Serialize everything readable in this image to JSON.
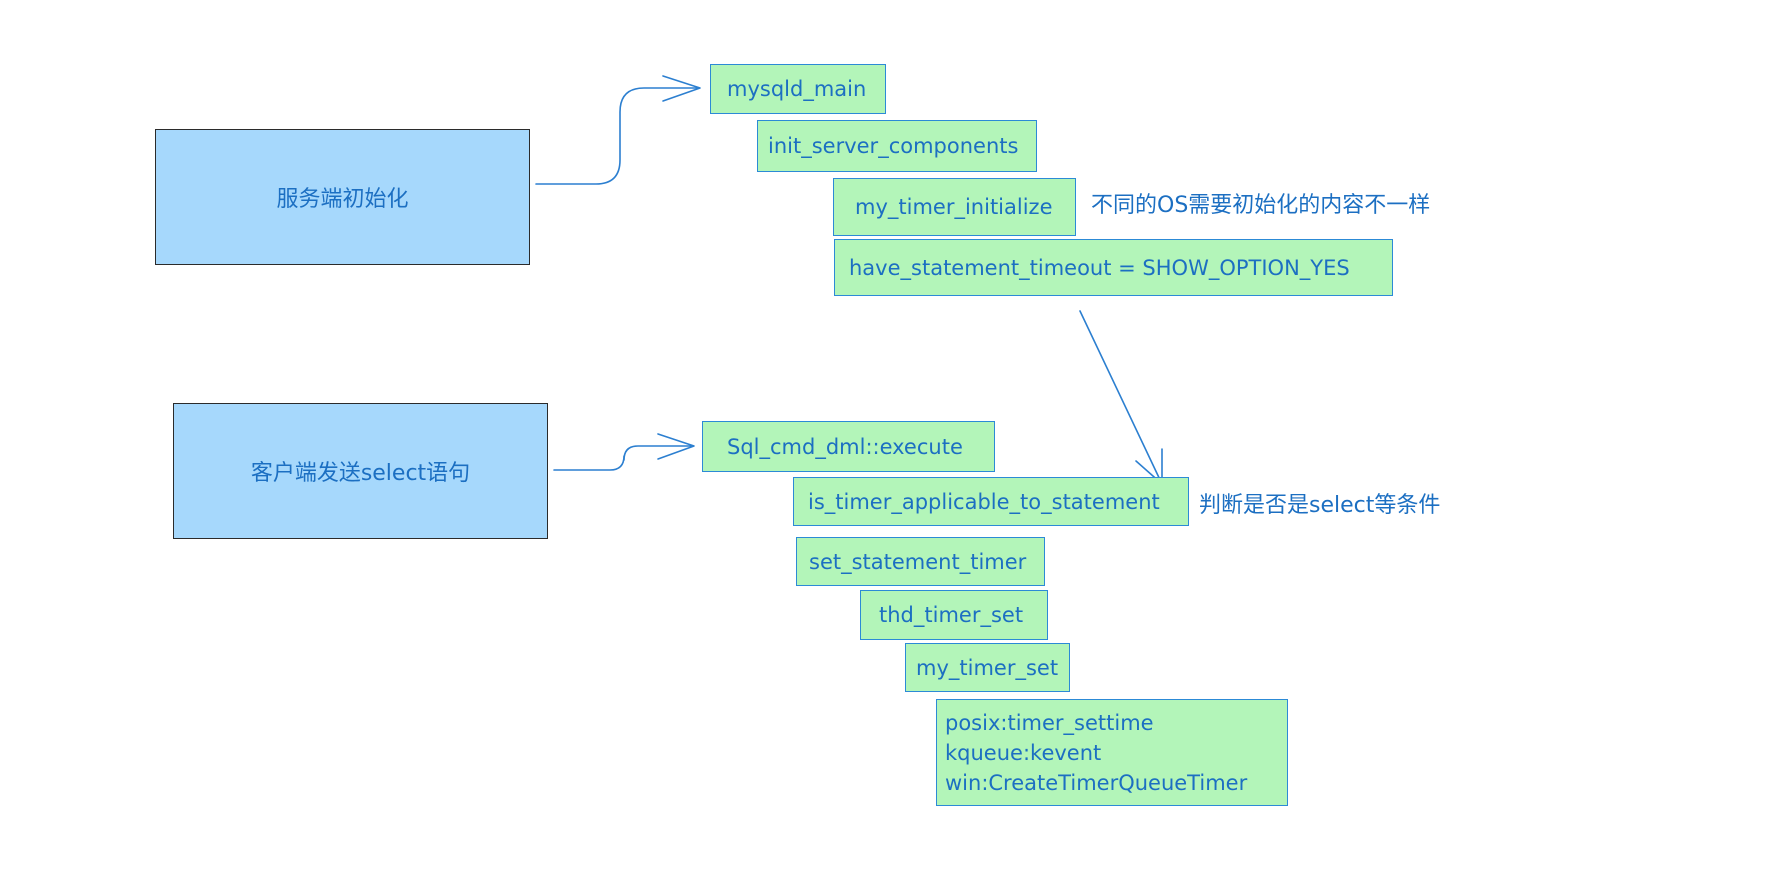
{
  "diagram": {
    "phases": {
      "server_init": "服务端初始化",
      "client_select": "客户端发送select语句"
    },
    "server_chain": {
      "mysqld_main": "mysqld_main",
      "init_server_components": "init_server_components",
      "my_timer_initialize": "my_timer_initialize",
      "have_statement_timeout": "have_statement_timeout = SHOW_OPTION_YES"
    },
    "client_chain": {
      "sql_cmd_dml_execute": "Sql_cmd_dml::execute",
      "is_timer_applicable": "is_timer_applicable_to_statement",
      "set_statement_timer": "set_statement_timer",
      "thd_timer_set": "thd_timer_set",
      "my_timer_set": "my_timer_set",
      "platform_impl": [
        "posix:timer_settime",
        "kqueue:kevent",
        "win:CreateTimerQueueTimer"
      ]
    },
    "notes": {
      "os_init": "不同的OS需要初始化的内容不一样",
      "applicable_check": "判断是否是select等条件"
    },
    "colors": {
      "phase_fill": "#a6d8fc",
      "phase_border": "#2b2b2b",
      "func_fill": "#b3f5b9",
      "func_border": "#2c8ad6",
      "text": "#1c6fc2",
      "connector": "#2c7fd0"
    }
  }
}
